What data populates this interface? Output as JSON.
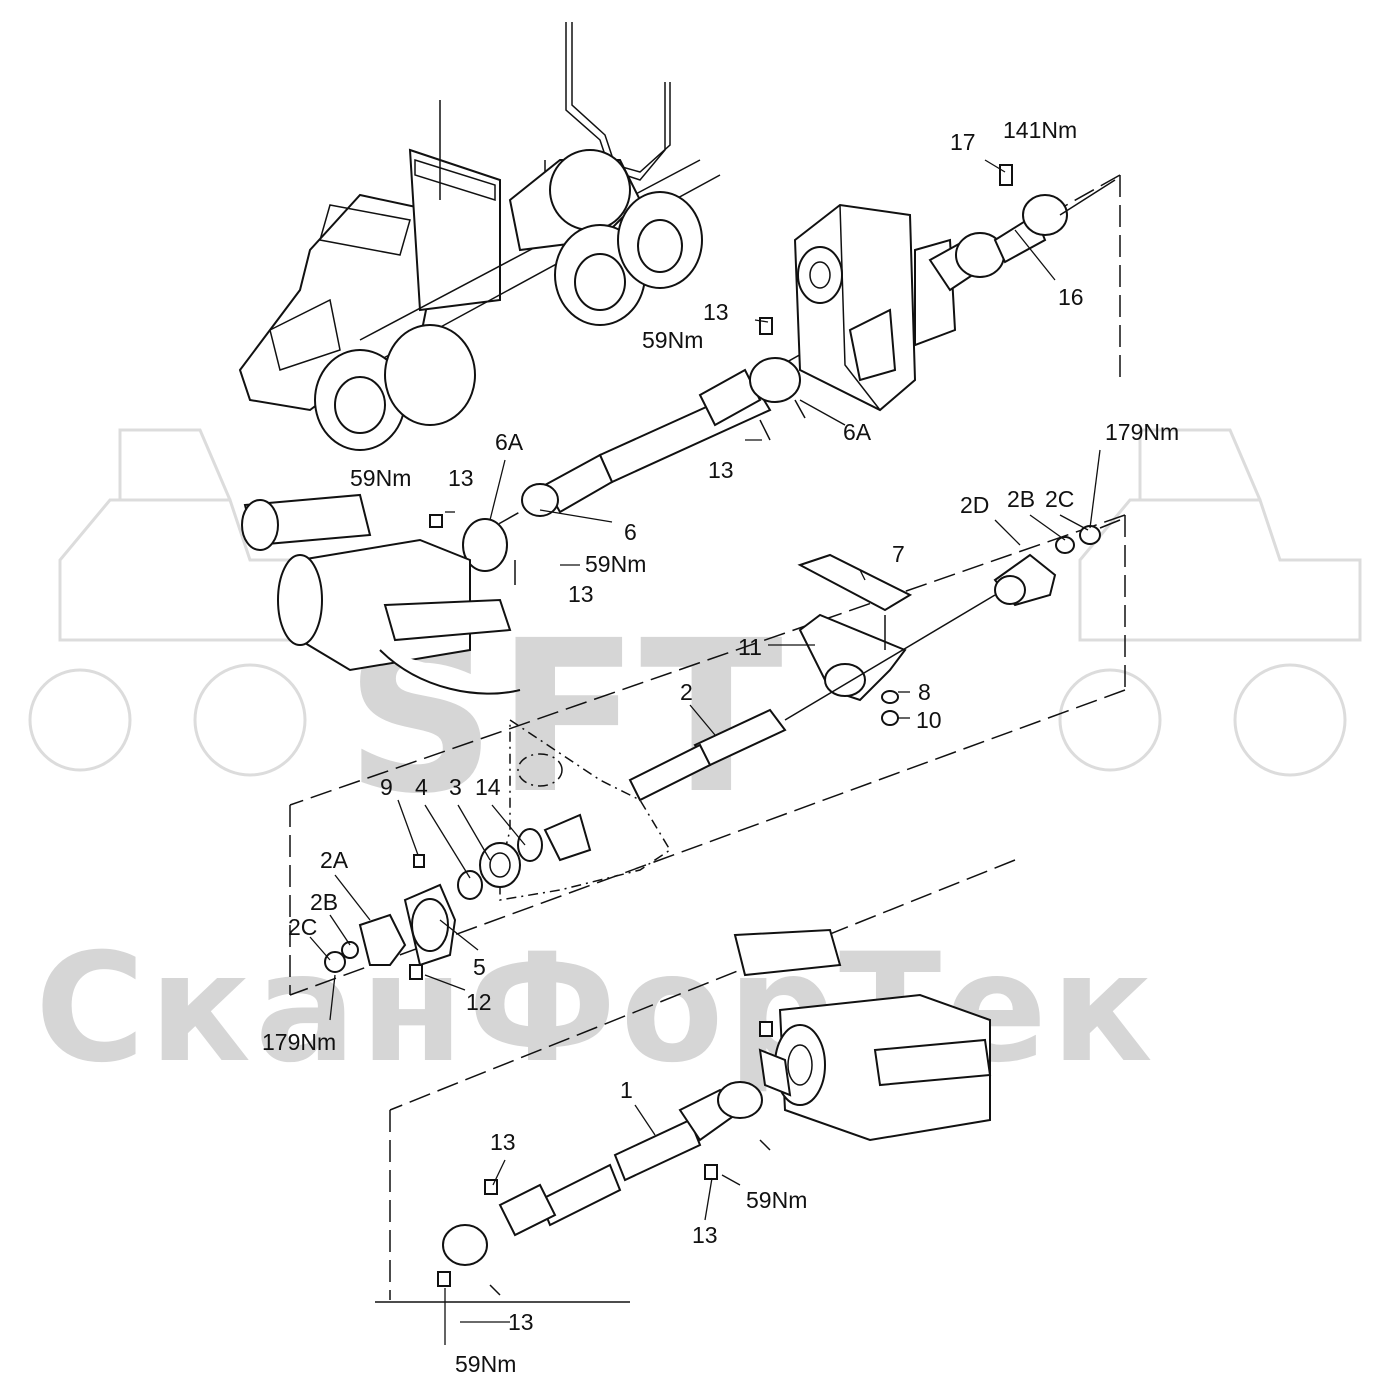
{
  "watermark": {
    "brand_short": "SFT",
    "brand_full": "СканФорТек",
    "color": "#d6d6d6"
  },
  "labels": {
    "p17": "17",
    "t141": "141Nm",
    "p16": "16",
    "p13_a": "13",
    "t59_a": "59Nm",
    "p6A_a": "6A",
    "p13_b": "13",
    "p6A_b": "6A",
    "t59_b": "59Nm",
    "p13_c": "13",
    "p6": "6",
    "t59_c": "59Nm",
    "p13_d": "13",
    "t179_a": "179Nm",
    "p2D": "2D",
    "p2B_a": "2B",
    "p2C_a": "2C",
    "p7": "7",
    "p11": "11",
    "p8": "8",
    "p10": "10",
    "p2": "2",
    "p9": "9",
    "p4": "4",
    "p3": "3",
    "p14": "14",
    "p2A": "2A",
    "p2B_b": "2B",
    "p2C_b": "2C",
    "p5": "5",
    "p12": "12",
    "t179_b": "179Nm",
    "p1": "1",
    "p13_e": "13",
    "p13_f": "13",
    "t59_d": "59Nm",
    "p13_g": "13",
    "t59_e": "59Nm"
  }
}
